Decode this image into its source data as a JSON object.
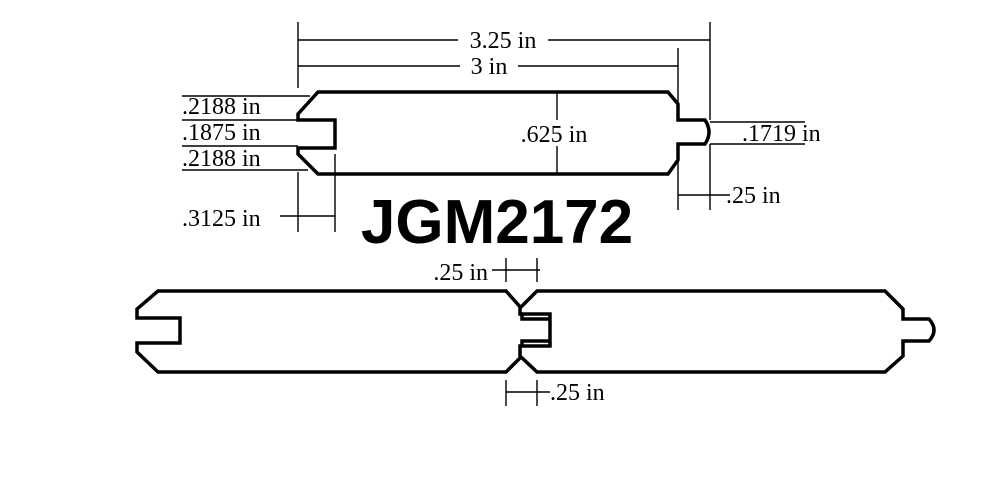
{
  "title": "JGM2172",
  "dimensions": {
    "overall_width": "3.25 in",
    "face_width": "3 in",
    "groove_upper_lip": ".2188 in",
    "groove_width": ".1875 in",
    "groove_lower_lip": ".2188 in",
    "groove_depth": ".3125 in",
    "thickness": ".625 in",
    "tongue_width": ".1719 in",
    "tongue_length": ".25 in",
    "vgroove_top": ".25 in",
    "vgroove_bottom": ".25 in"
  },
  "colors": {
    "line": "#000000",
    "background": "#ffffff"
  }
}
